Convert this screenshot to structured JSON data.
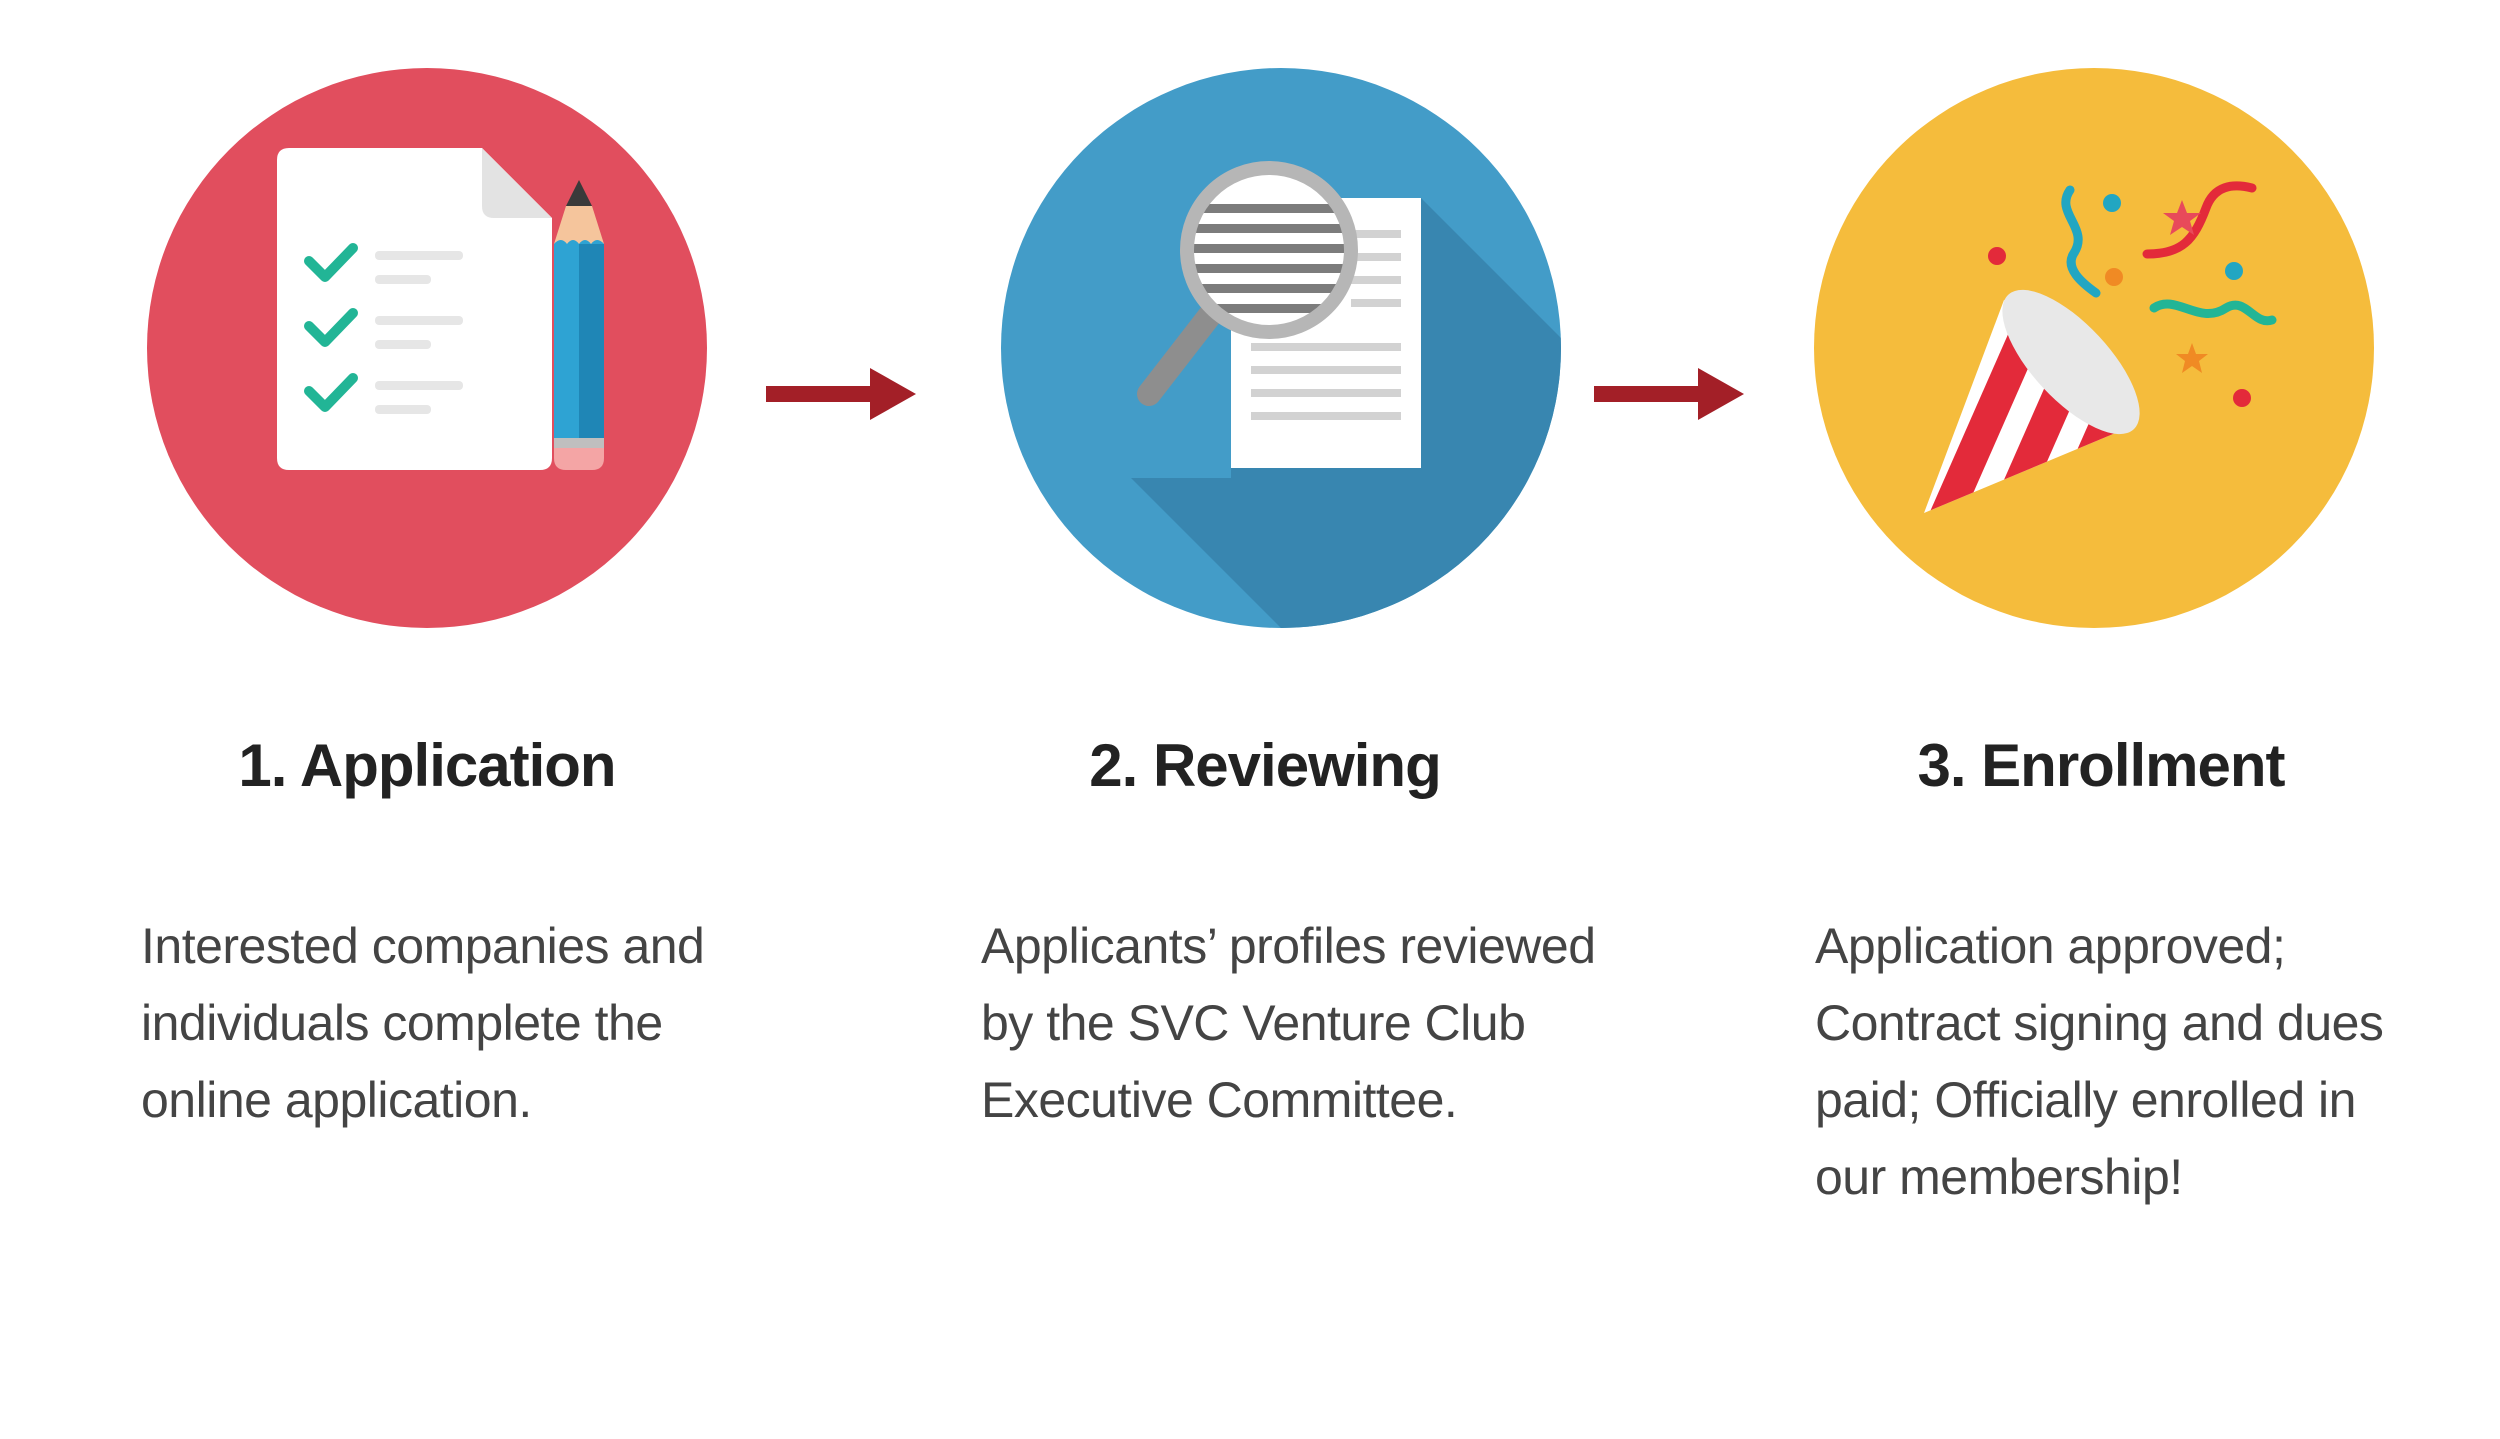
{
  "colors": {
    "application": "#e14e5e",
    "reviewing": "#439cc8",
    "enrollment": "#f5bc3c",
    "arrow": "#a31f27",
    "title_text": "#222222",
    "body_text": "#444444"
  },
  "steps": [
    {
      "icon": "checklist-document-pencil-icon",
      "title": "1. Application",
      "description": [
        "Interested companies and",
        "individuals complete the",
        "online application."
      ]
    },
    {
      "icon": "magnifier-document-icon",
      "title": "2. Reviewing",
      "description": [
        "Applicants’ profiles reviewed",
        "by the SVC Venture Club",
        "Executive Committee."
      ]
    },
    {
      "icon": "party-popper-icon",
      "title": "3. Enrollment",
      "description": [
        "Application approved;",
        "Contract signing and dues",
        "paid; Officially enrolled in",
        "our membership!"
      ]
    }
  ]
}
